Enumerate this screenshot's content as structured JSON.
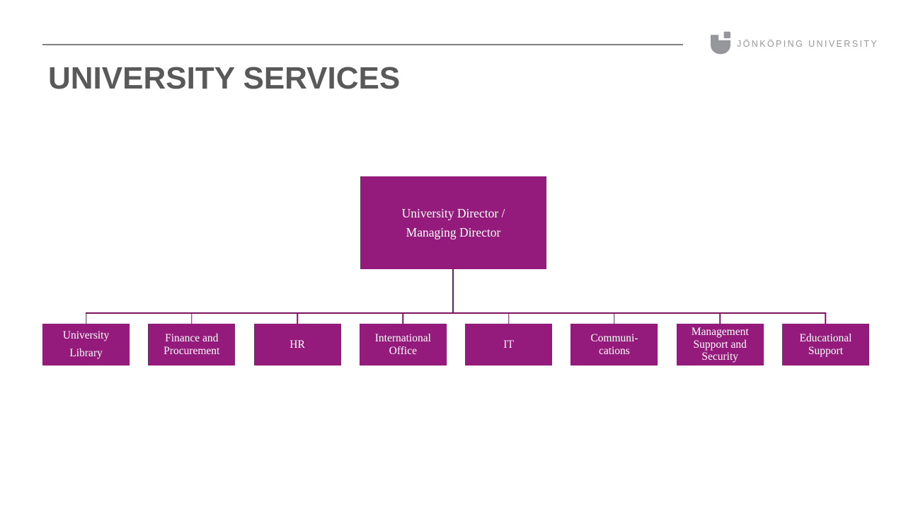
{
  "title": "UNIVERSITY SERVICES",
  "logo": {
    "text": "JÖNKÖPING UNIVERSITY",
    "icon": "ju-monogram-icon"
  },
  "colors": {
    "brand_purple": "#941b7b",
    "connector": "#7d1563",
    "title_gray": "#595959",
    "logo_gray": "#96979a",
    "rule_gray": "#7f7f7f"
  },
  "org": {
    "root": {
      "label": "University Director /\nManaging Director"
    },
    "children": [
      {
        "label": "University\nLibrary"
      },
      {
        "label": "Finance and\nProcurement"
      },
      {
        "label": "HR"
      },
      {
        "label": "International\nOffice"
      },
      {
        "label": "IT"
      },
      {
        "label": "Communi-\ncations"
      },
      {
        "label": "Management\nSupport and\nSecurity"
      },
      {
        "label": "Educational\nSupport"
      }
    ]
  }
}
